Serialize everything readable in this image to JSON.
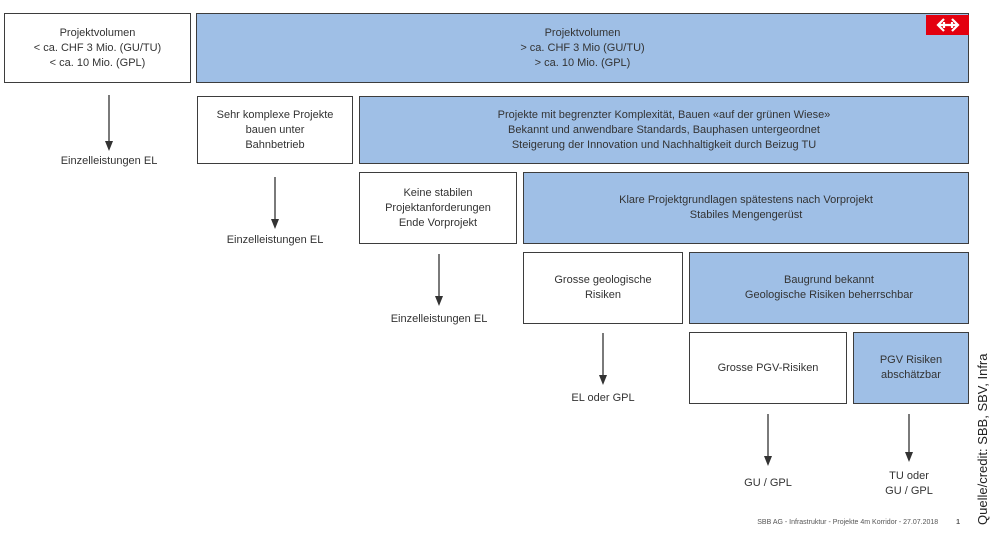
{
  "boxes": {
    "vol_small": [
      "Projektvolumen",
      "< ca. CHF 3 Mio. (GU/TU)",
      "< ca. 10 Mio. (GPL)"
    ],
    "vol_large": [
      "Projektvolumen",
      "> ca. CHF 3 Mio (GU/TU)",
      ">  ca. 10 Mio. (GPL)"
    ],
    "complex": [
      "Sehr komplexe Projekte",
      "bauen unter",
      "Bahnbetrieb"
    ],
    "limited": [
      "Projekte mit begrenzter Komplexität, Bauen «auf der grünen Wiese»",
      "Bekannt und anwendbare Standards, Bauphasen untergeordnet",
      "Steigerung der Innovation und Nachhaltigkeit durch Beizug TU"
    ],
    "unstable": [
      "Keine stabilen",
      "Projektanforderungen",
      "Ende Vorprojekt"
    ],
    "clear": [
      "Klare Projektgrundlagen spätestens nach Vorprojekt",
      "Stabiles Mengengerüst"
    ],
    "geo_risk": [
      "Grosse geologische",
      "Risiken"
    ],
    "ground_known": [
      "Baugrund bekannt",
      "Geologische Risiken beherrschbar"
    ],
    "pgv_large": [
      "Grosse PGV-Risiken"
    ],
    "pgv_estimable": [
      "PGV Risiken",
      "abschätzbar"
    ]
  },
  "outcomes": {
    "o1": [
      "Einzelleistungen EL"
    ],
    "o2": [
      "Einzelleistungen EL"
    ],
    "o3": [
      "Einzelleistungen EL"
    ],
    "o4": [
      "EL oder GPL"
    ],
    "o5": [
      "GU / GPL"
    ],
    "o6": [
      "TU oder",
      "GU / GPL"
    ]
  },
  "logo_icon": "sbb-double-arrow-icon",
  "colors": {
    "box_fill": "#9fbfe6",
    "logo_red": "#e3000f",
    "border": "#3d3d3d"
  },
  "footer": {
    "text": "SBB AG - Infrastruktur - Projekte 4m Korridor - 27.07.2018",
    "page": "1"
  },
  "credit": "Quelle/credit: SBB, SBV, Infra"
}
